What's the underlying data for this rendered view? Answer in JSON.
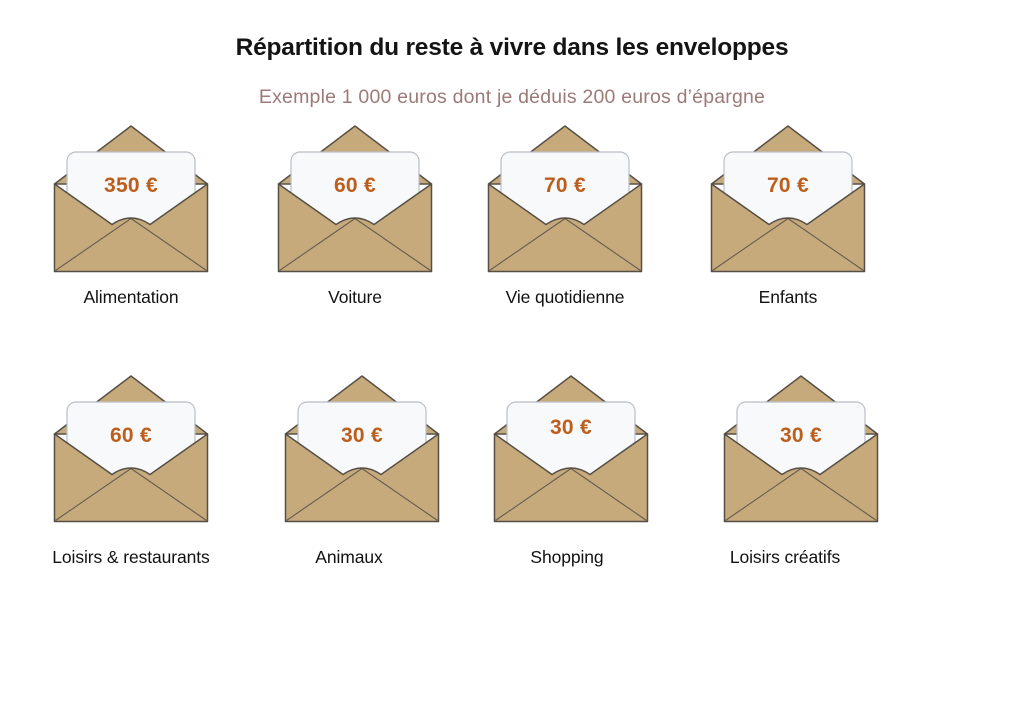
{
  "page": {
    "title": "Répartition du reste à vivre dans les enveloppes",
    "subtitle": "Exemple 1 000 euros dont je déduis 200 euros d’épargne"
  },
  "icons": {
    "envelope": "open-envelope-with-card-icon"
  },
  "colors": {
    "background": "#ffffff",
    "title_color": "#141414",
    "subtitle_color": "#9c7a78",
    "label_color": "#121212",
    "amount_color": "#bd5e1c",
    "envelope_fill": "#c6aa7c",
    "envelope_stroke": "#564f46",
    "card_fill": "#f7f9fa",
    "card_stroke": "#b9bfc6"
  },
  "envelopes": [
    {
      "amount": "350 €",
      "label": "Alimentation"
    },
    {
      "amount": "60 €",
      "label": "Voiture"
    },
    {
      "amount": "70 €",
      "label": "Vie quotidienne"
    },
    {
      "amount": "70 €",
      "label": "Enfants"
    },
    {
      "amount": "60 €",
      "label": "Loisirs & restaurants"
    },
    {
      "amount": "30 €",
      "label": "Animaux"
    },
    {
      "amount": "30 €",
      "label": "Shopping"
    },
    {
      "amount": "30 €",
      "label": "Loisirs créatifs"
    }
  ]
}
